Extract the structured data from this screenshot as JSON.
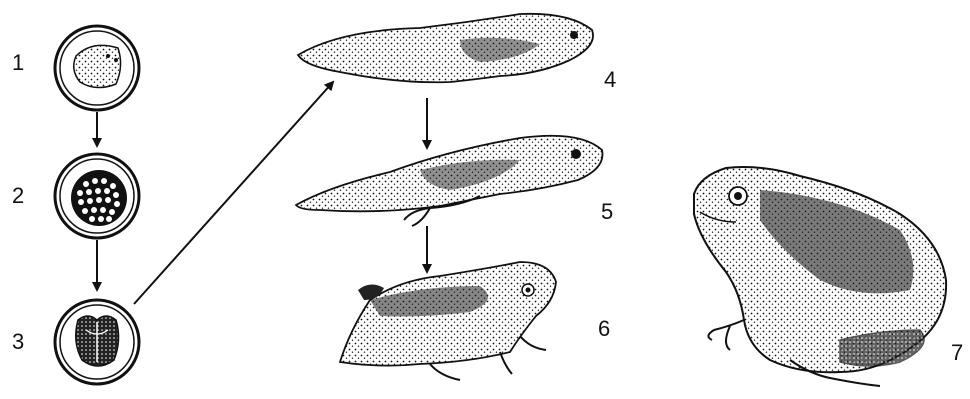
{
  "labels": [
    "1",
    "2",
    "3",
    "4",
    "5",
    "6",
    "7"
  ],
  "stages": [
    {
      "label": "1",
      "depicts": "fertilized-egg"
    },
    {
      "label": "2",
      "depicts": "dividing-egg"
    },
    {
      "label": "3",
      "depicts": "embryo"
    },
    {
      "label": "4",
      "depicts": "tadpole"
    },
    {
      "label": "5",
      "depicts": "tadpole-with-hind-legs"
    },
    {
      "label": "6",
      "depicts": "young-frog"
    },
    {
      "label": "7",
      "depicts": "adult-frog"
    }
  ],
  "colors": {
    "ink": "#111111",
    "paper": "#ffffff"
  }
}
